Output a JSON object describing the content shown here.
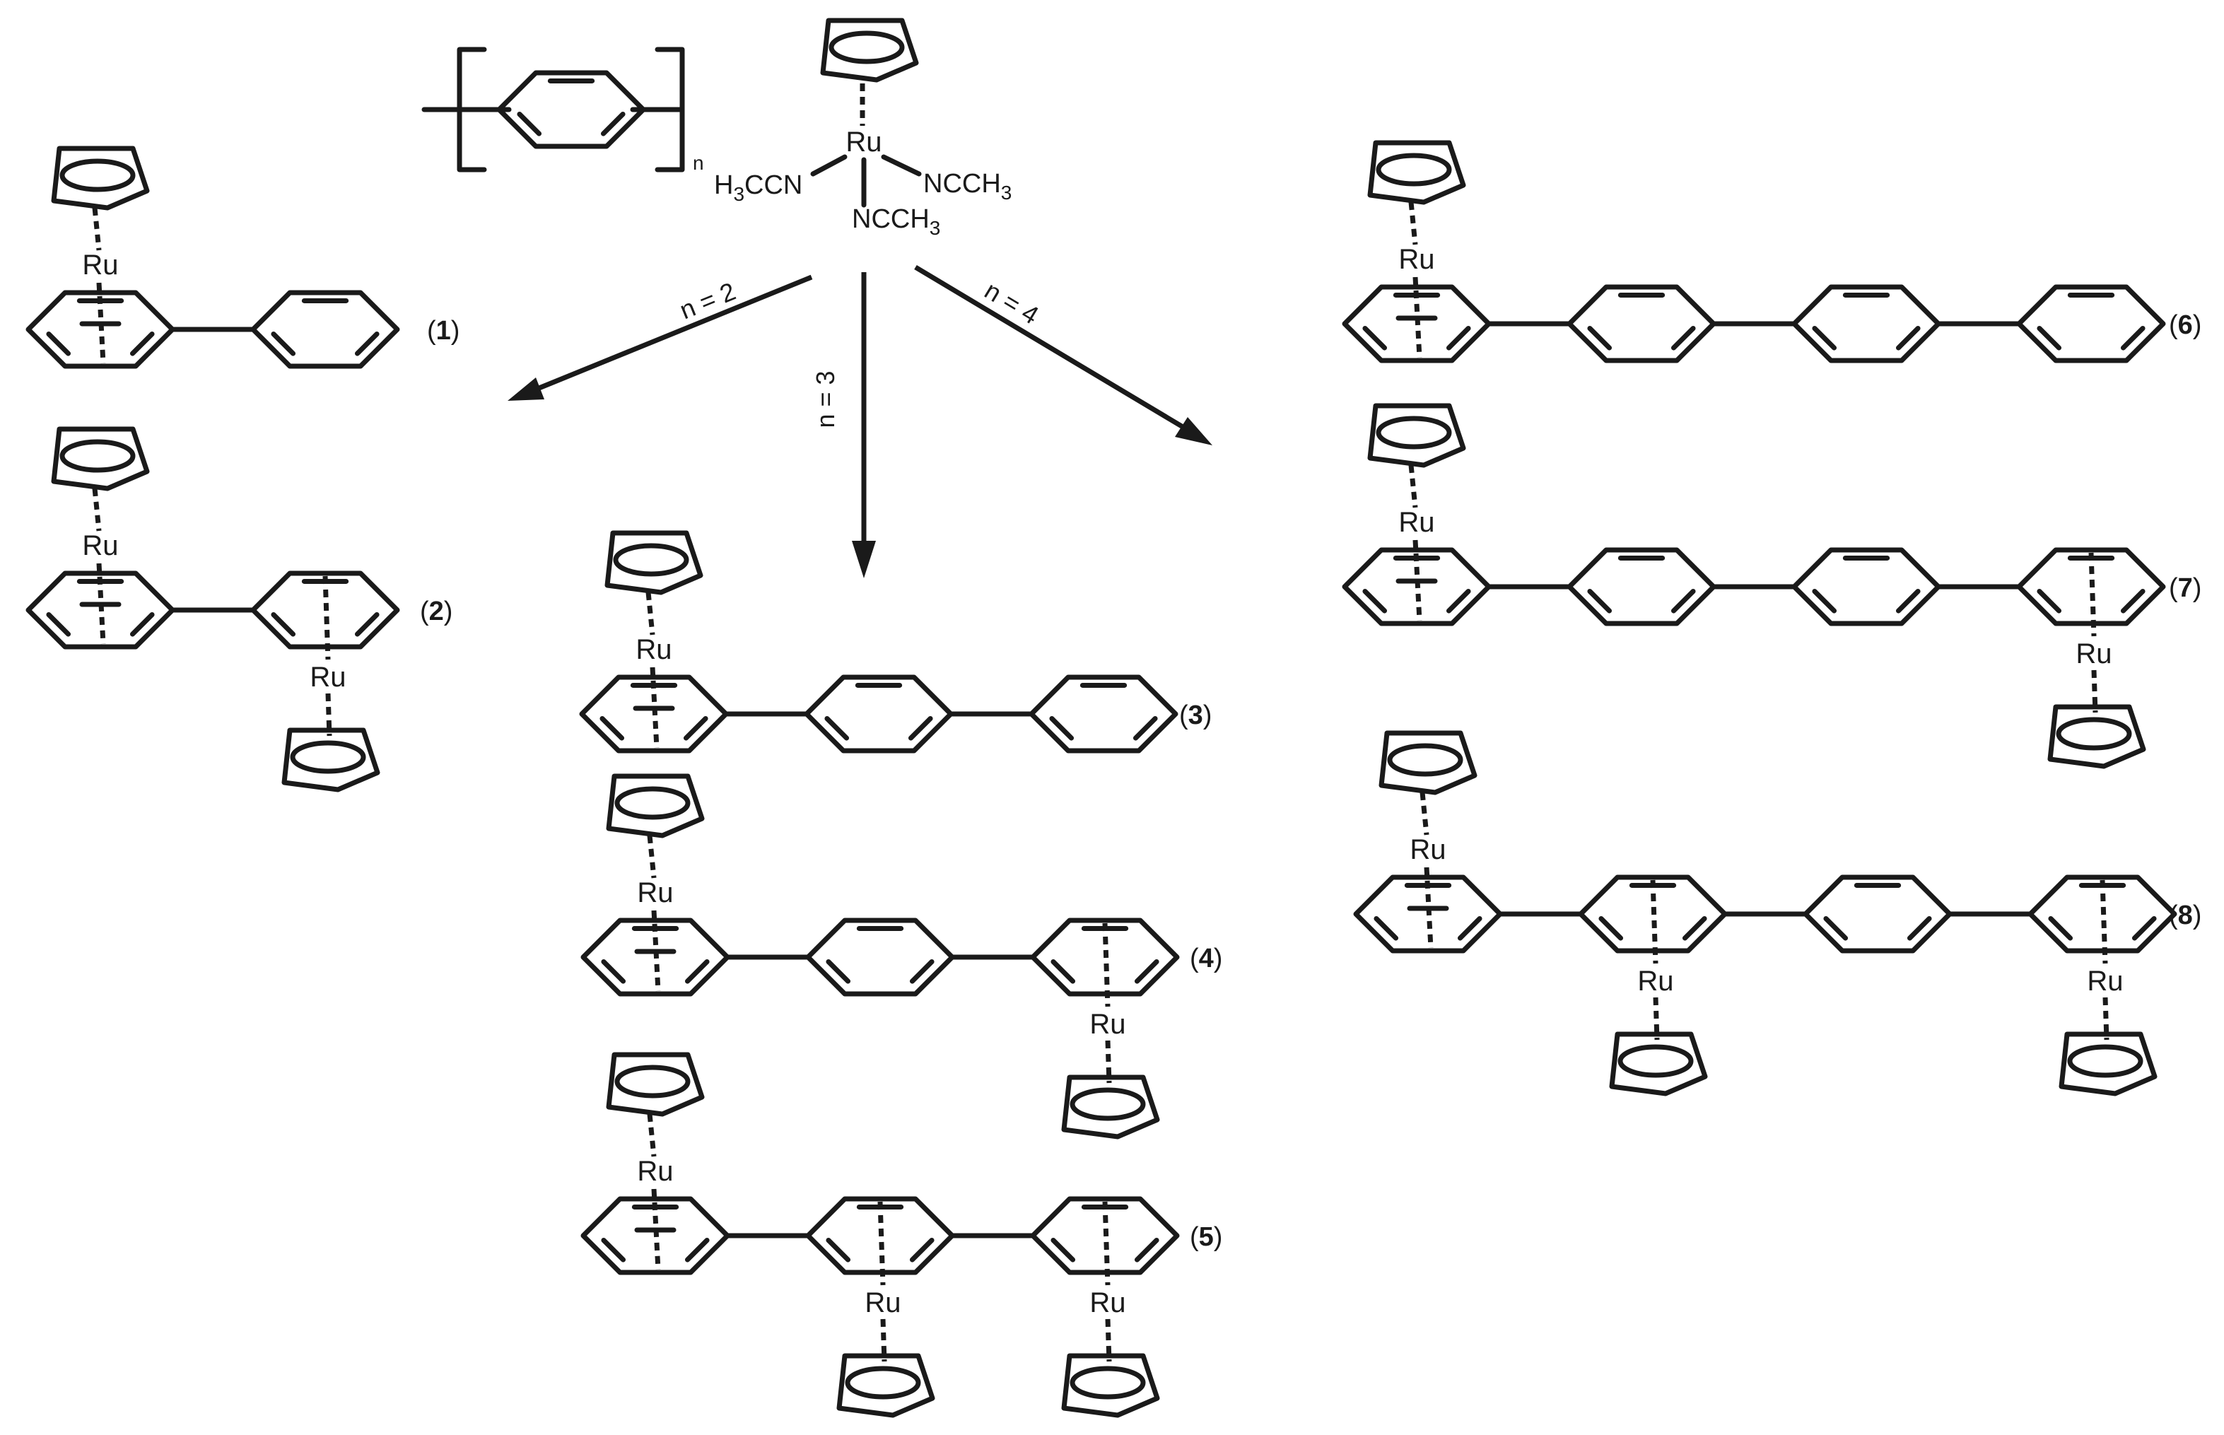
{
  "reagents": {
    "polymer_subscript": "n",
    "metal": "Ru",
    "ligand_left": "H3CCN",
    "ligand_right": "NCCH3",
    "ligand_bottom": "NCCH3"
  },
  "conditions": [
    {
      "label": "n = 2"
    },
    {
      "label": "n = 3"
    },
    {
      "label": "n = 4"
    }
  ],
  "atom_label": "Ru",
  "compounds": [
    {
      "number": "1",
      "rings": 2,
      "ru_top": [
        0
      ],
      "ru_bottom": []
    },
    {
      "number": "2",
      "rings": 2,
      "ru_top": [
        0
      ],
      "ru_bottom": [
        1
      ]
    },
    {
      "number": "3",
      "rings": 3,
      "ru_top": [
        0
      ],
      "ru_bottom": []
    },
    {
      "number": "4",
      "rings": 3,
      "ru_top": [
        0
      ],
      "ru_bottom": [
        2
      ]
    },
    {
      "number": "5",
      "rings": 3,
      "ru_top": [
        0
      ],
      "ru_bottom": [
        1,
        2
      ]
    },
    {
      "number": "6",
      "rings": 4,
      "ru_top": [
        0
      ],
      "ru_bottom": []
    },
    {
      "number": "7",
      "rings": 4,
      "ru_top": [
        0
      ],
      "ru_bottom": [
        3
      ]
    },
    {
      "number": "8",
      "rings": 4,
      "ru_top": [
        0
      ],
      "ru_bottom": [
        1,
        3
      ]
    }
  ]
}
